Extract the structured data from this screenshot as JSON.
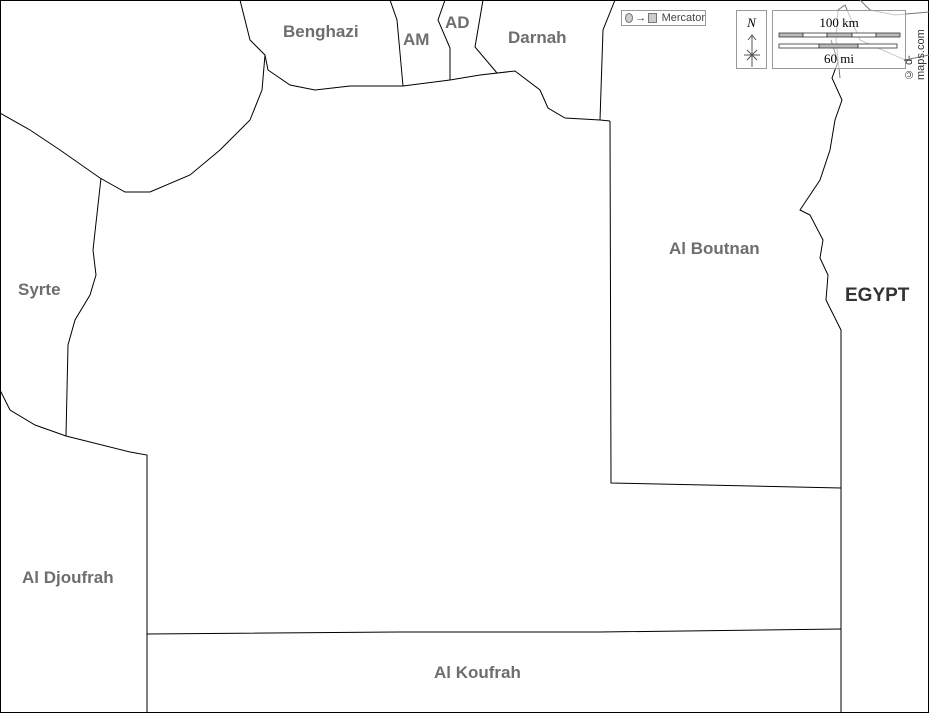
{
  "regions": [
    {
      "name": "Benghazi"
    },
    {
      "name": "AM"
    },
    {
      "name": "AD"
    },
    {
      "name": "Darnah"
    },
    {
      "name": "Al Boutnan"
    },
    {
      "name": "Syrte"
    },
    {
      "name": "Al Djoufrah"
    },
    {
      "name": "Al Koufrah"
    }
  ],
  "country_label": "EGYPT",
  "legend": {
    "projection": "Mercator",
    "arrow": "→"
  },
  "compass": {
    "north": "N"
  },
  "scale": {
    "km": "100 km",
    "mi": "60 mi"
  },
  "credit": "© d-maps.com"
}
